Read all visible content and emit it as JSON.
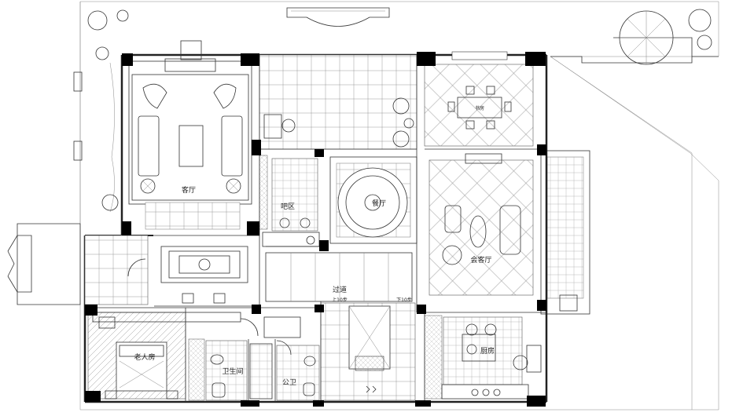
{
  "plan": {
    "rooms": {
      "living_room": "客厅",
      "bar_area": "吧区",
      "dining_room": "餐厅",
      "reception_room": "会客厅",
      "study": "书房",
      "corridor": "过道",
      "elder_bedroom": "老人房",
      "bathroom": "卫生间",
      "public_wc": "公卫",
      "kitchen": "厨房"
    },
    "stairs": {
      "up": "上10步",
      "down": "下10步"
    }
  },
  "colors": {
    "line": "#333333",
    "column": "#000000",
    "background": "#ffffff"
  }
}
